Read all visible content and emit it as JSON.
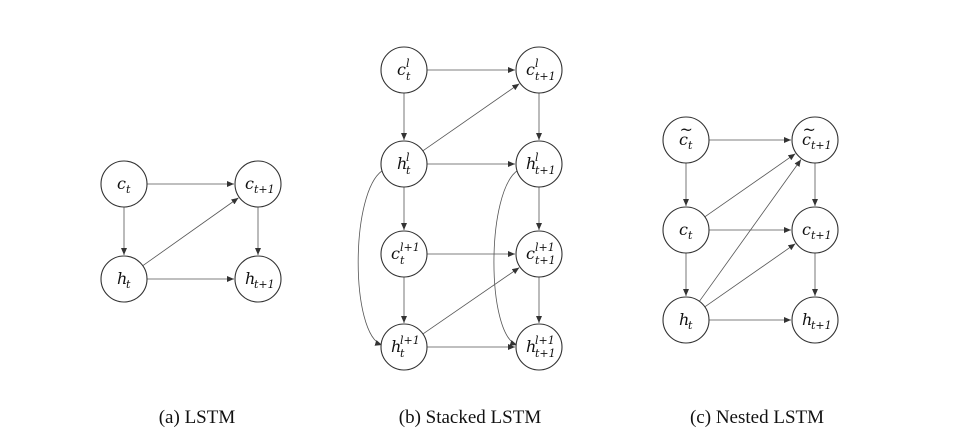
{
  "figures": [
    {
      "id": "lstm",
      "caption": "(a) LSTM",
      "nodes": [
        {
          "id": "c_t",
          "base": "c",
          "sub": "t",
          "sup": ""
        },
        {
          "id": "c_t1",
          "base": "c",
          "sub": "t+1",
          "sup": ""
        },
        {
          "id": "h_t",
          "base": "h",
          "sub": "t",
          "sup": ""
        },
        {
          "id": "h_t1",
          "base": "h",
          "sub": "t+1",
          "sup": ""
        }
      ],
      "edges": [
        {
          "from": "c_t",
          "to": "c_t1"
        },
        {
          "from": "c_t",
          "to": "h_t"
        },
        {
          "from": "h_t",
          "to": "c_t1"
        },
        {
          "from": "h_t",
          "to": "h_t1"
        },
        {
          "from": "c_t1",
          "to": "h_t1"
        }
      ]
    },
    {
      "id": "stacked-lstm",
      "caption": "(b) Stacked LSTM",
      "nodes": [
        {
          "id": "c_l_t",
          "base": "c",
          "sub": "t",
          "sup": "l"
        },
        {
          "id": "c_l_t1",
          "base": "c",
          "sub": "t+1",
          "sup": "l"
        },
        {
          "id": "h_l_t",
          "base": "h",
          "sub": "t",
          "sup": "l"
        },
        {
          "id": "h_l_t1",
          "base": "h",
          "sub": "t+1",
          "sup": "l"
        },
        {
          "id": "c_l1_t",
          "base": "c",
          "sub": "t",
          "sup": "l+1"
        },
        {
          "id": "c_l1_t1",
          "base": "c",
          "sub": "t+1",
          "sup": "l+1"
        },
        {
          "id": "h_l1_t",
          "base": "h",
          "sub": "t",
          "sup": "l+1"
        },
        {
          "id": "h_l1_t1",
          "base": "h",
          "sub": "t+1",
          "sup": "l+1"
        }
      ],
      "edges": [
        {
          "from": "c_l_t",
          "to": "c_l_t1"
        },
        {
          "from": "c_l_t",
          "to": "h_l_t"
        },
        {
          "from": "h_l_t",
          "to": "c_l_t1"
        },
        {
          "from": "h_l_t",
          "to": "h_l_t1"
        },
        {
          "from": "c_l_t1",
          "to": "h_l_t1"
        },
        {
          "from": "h_l_t",
          "to": "c_l1_t"
        },
        {
          "from": "h_l_t1",
          "to": "c_l1_t1"
        },
        {
          "from": "c_l1_t",
          "to": "c_l1_t1"
        },
        {
          "from": "c_l1_t",
          "to": "h_l1_t"
        },
        {
          "from": "h_l1_t",
          "to": "c_l1_t1"
        },
        {
          "from": "h_l1_t",
          "to": "h_l1_t1"
        },
        {
          "from": "c_l1_t1",
          "to": "h_l1_t1"
        },
        {
          "from": "h_l_t",
          "to": "h_l1_t",
          "curved": true
        },
        {
          "from": "h_l_t1",
          "to": "h_l1_t1",
          "curved": true
        }
      ]
    },
    {
      "id": "nested-lstm",
      "caption": "(c) Nested LSTM",
      "nodes": [
        {
          "id": "ct_t",
          "base": "c",
          "sub": "t",
          "sup": "",
          "tilde": true
        },
        {
          "id": "ct_t1",
          "base": "c",
          "sub": "t+1",
          "sup": "",
          "tilde": true
        },
        {
          "id": "c_t",
          "base": "c",
          "sub": "t",
          "sup": ""
        },
        {
          "id": "c_t1",
          "base": "c",
          "sub": "t+1",
          "sup": ""
        },
        {
          "id": "h_t",
          "base": "h",
          "sub": "t",
          "sup": ""
        },
        {
          "id": "h_t1",
          "base": "h",
          "sub": "t+1",
          "sup": ""
        }
      ],
      "edges": [
        {
          "from": "ct_t",
          "to": "ct_t1"
        },
        {
          "from": "ct_t",
          "to": "c_t"
        },
        {
          "from": "c_t",
          "to": "ct_t1"
        },
        {
          "from": "c_t",
          "to": "c_t1"
        },
        {
          "from": "c_t",
          "to": "h_t"
        },
        {
          "from": "ct_t1",
          "to": "c_t1"
        },
        {
          "from": "c_t1",
          "to": "h_t1"
        },
        {
          "from": "h_t",
          "to": "ct_t1"
        },
        {
          "from": "h_t",
          "to": "c_t1"
        },
        {
          "from": "h_t",
          "to": "h_t1"
        }
      ]
    }
  ]
}
